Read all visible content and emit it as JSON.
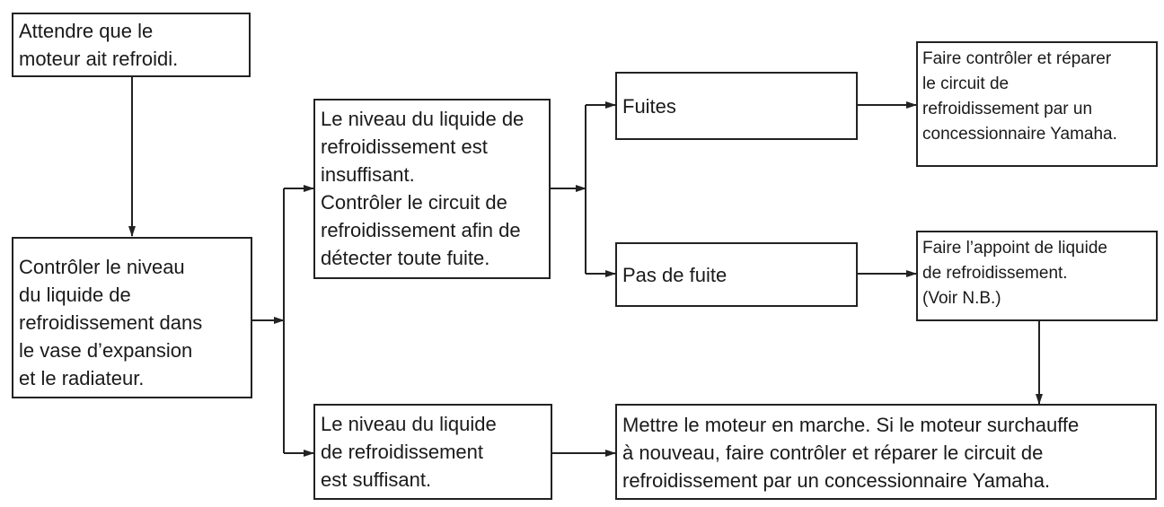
{
  "flowchart": {
    "nodes": {
      "wait": "Attendre que le\nmoteur ait refroidi.",
      "check_level": "Contrôler le niveau\ndu liquide de\nrefroidissement dans\nle vase d’expansion\net le radiateur.",
      "insufficient": "Le niveau du liquide de\nrefroidissement est\ninsuffisant.\nContrôler le circuit de\nrefroidissement afin de\ndétecter toute fuite.",
      "sufficient": "Le niveau du liquide\nde refroidissement\nest suffisant.",
      "leaks": "Fuites",
      "no_leak": "Pas de fuite",
      "dealer_repair": "Faire contrôler et réparer\nle circuit de\nrefroidissement par un\nconcessionnaire Yamaha.",
      "top_up": "Faire l’appoint de liquide\nde refroidissement.\n(Voir N.B.)",
      "start_engine": "Mettre le moteur en marche. Si le moteur surchauffe\nà nouveau, faire contrôler et réparer le circuit de\nrefroidissement par un concessionnaire Yamaha."
    },
    "edges": [
      {
        "from": "wait",
        "to": "check_level"
      },
      {
        "from": "check_level",
        "to": "insufficient"
      },
      {
        "from": "check_level",
        "to": "sufficient"
      },
      {
        "from": "insufficient",
        "to": "leaks"
      },
      {
        "from": "insufficient",
        "to": "no_leak"
      },
      {
        "from": "leaks",
        "to": "dealer_repair"
      },
      {
        "from": "no_leak",
        "to": "top_up"
      },
      {
        "from": "top_up",
        "to": "start_engine"
      },
      {
        "from": "sufficient",
        "to": "start_engine"
      }
    ],
    "line_color": "#222222"
  }
}
